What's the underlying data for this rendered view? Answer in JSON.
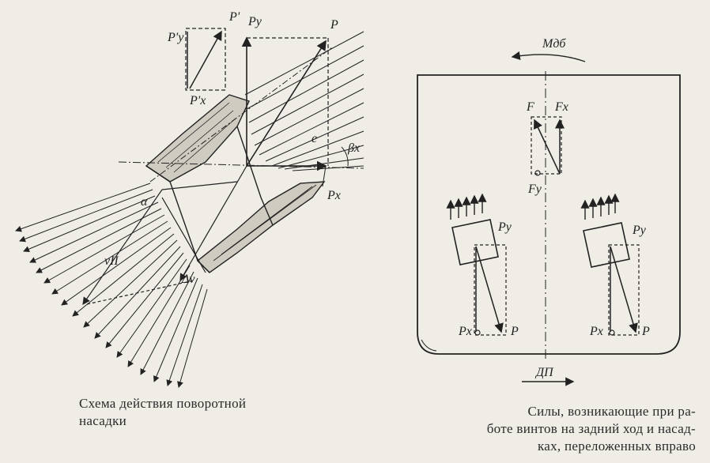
{
  "left_figure": {
    "labels": {
      "P_prime": "P'",
      "Py_prime": "P'y",
      "Px_prime": "P'x",
      "Py": "Py",
      "P": "P",
      "e": "e",
      "beta": "βx",
      "Px": "Px",
      "alpha": "α",
      "v": "vII",
      "dv": "Δv"
    },
    "caption": {
      "line1": "Схема действия поворотной",
      "line2": "насадки"
    }
  },
  "right_figure": {
    "labels": {
      "moment": "Mдб",
      "F": "F",
      "Fx": "Fx",
      "Fy": "Fy",
      "Py_left": "Py",
      "Px_left": "Px",
      "P_left": "P",
      "Py_right": "Py",
      "Px_right": "Px",
      "P_right": "P",
      "dp": "ДП"
    },
    "caption": {
      "line1": "Силы, возникающие при ра-",
      "line2": "боте винтов на задний ход и насад-",
      "line3": "ках, переложенных вправо"
    }
  },
  "colors": {
    "ink": "#222222",
    "paper": "#efede6"
  }
}
